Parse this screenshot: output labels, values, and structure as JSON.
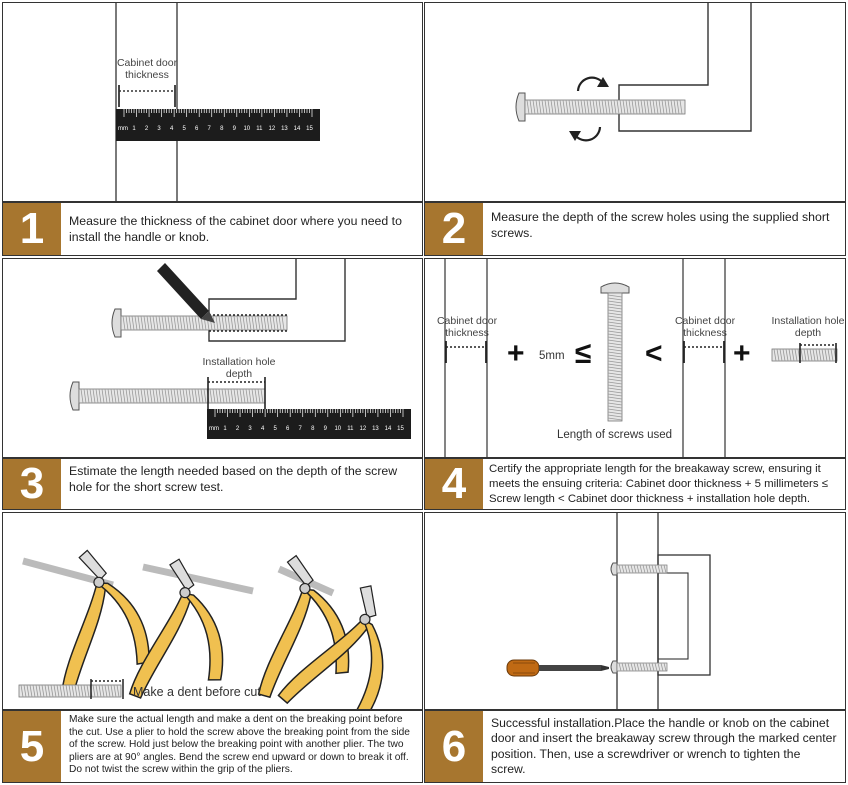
{
  "colors": {
    "accent": "#a7762f",
    "plier_yellow": "#f0c050",
    "screwdriver_orange": "#c06a14"
  },
  "steps": [
    {
      "number": "1",
      "text": "Measure the thickness of the cabinet door where you need to install the handle or knob."
    },
    {
      "number": "2",
      "text": "Measure the depth of the screw holes using the supplied short screws."
    },
    {
      "number": "3",
      "text": "Estimate the length needed based on the depth of the screw hole for the short screw test."
    },
    {
      "number": "4",
      "text": "Certify the appropriate length for the breakaway screw, ensuring it meets the ensuing criteria: Cabinet door thickness + 5 millimeters ≤ Screw length < Cabinet door thickness + installation hole depth."
    },
    {
      "number": "5",
      "text": "Make sure the actual length and make a dent on the breaking point before the cut. Use a plier to hold the screw above the breaking point from the side of the screw. Hold just below the breaking point with another plier. The two pliers are at 90° angles. Bend the screw end upward or down to break it off. Do not twist the screw within the grip of the pliers."
    },
    {
      "number": "6",
      "text": "Successful installation.Place the handle or knob on the cabinet door and insert the breakaway screw through the marked center position. Then, use a screwdriver or wrench to tighten the screw."
    }
  ],
  "labels": {
    "cabinet_door_thickness": "Cabinet door thickness",
    "installation_hole_depth": "Installation hole depth",
    "five_mm": "5mm",
    "length_of_screws_used": "Length of screws used",
    "make_dent": "Make a dent before cut",
    "plus": "+",
    "less_equal": "≤",
    "less_than": "<"
  },
  "ruler": {
    "unit": "mm",
    "ticks": [
      "1",
      "2",
      "3",
      "4",
      "5",
      "6",
      "7",
      "8",
      "9",
      "10",
      "11",
      "12",
      "13",
      "14",
      "15"
    ]
  },
  "icons": [
    "ruler-icon",
    "screw-icon",
    "rotate-arrows-icon",
    "pencil-icon",
    "pliers-icon",
    "screwdriver-icon",
    "handle-icon"
  ]
}
